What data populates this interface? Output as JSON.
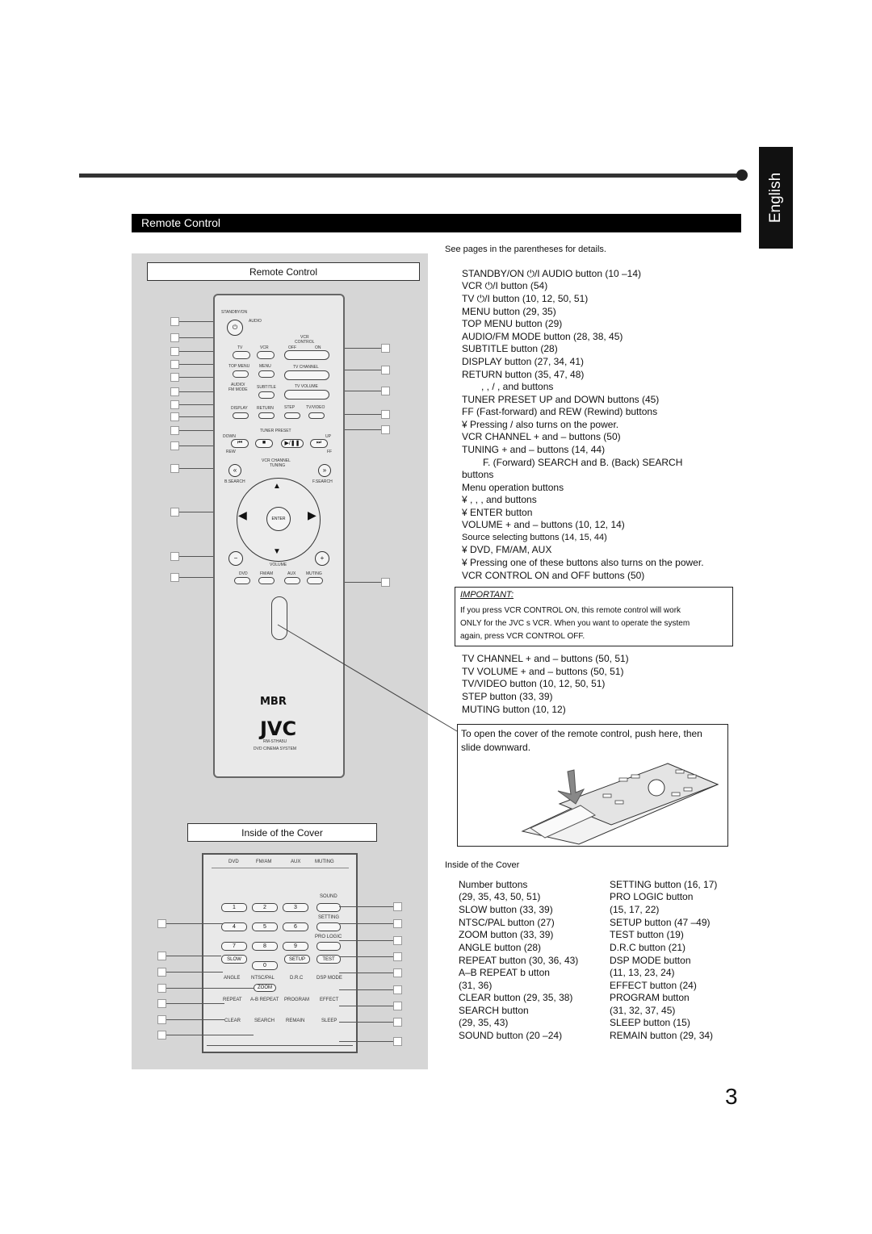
{
  "language_tab": "English",
  "section_header": "Remote Control",
  "left_panel": {
    "remote_box_title": "Remote Control",
    "inside_box_title": "Inside of the Cover"
  },
  "remote": {
    "standby_label": "STANDBY/ON",
    "audio_label": "AUDIO",
    "tv_label": "TV",
    "vcr_label": "VCR",
    "vcr_control_label": "VCR",
    "control_label": "CONTROL",
    "off_label": "OFF",
    "on_label": "ON",
    "top_menu": "TOP MENU",
    "menu": "MENU",
    "tv_channel": "TV CHANNEL",
    "audio_fm_mode_1": "AUDIO/",
    "audio_fm_mode_2": "FM MODE",
    "subtitle": "SUBTITLE",
    "tv_volume": "TV VOLUME",
    "display": "DISPLAY",
    "return": "RETURN",
    "step": "STEP",
    "tv_video": "TV/VIDEO",
    "tuner_preset": "TUNER PRESET",
    "down": "DOWN",
    "up": "UP",
    "rew": "REW",
    "ff": "FF",
    "vcr_channel": "VCR CHANNEL",
    "tuning": "TUNING",
    "b_search": "B.SEARCH",
    "f_search": "F.SEARCH",
    "enter": "ENTER",
    "volume": "VOLUME",
    "dvd": "DVD",
    "fm_am": "FM/AM",
    "aux": "AUX",
    "muting": "MUTING",
    "logo_mbr": "MBR",
    "logo_jvc": "JVC",
    "model": "RM-STHA5U",
    "system": "DVD CINEMA SYSTEM"
  },
  "inside_cover": {
    "top_row": [
      "DVD",
      "FM/AM",
      "AUX",
      "MUTING"
    ],
    "sound": "SOUND",
    "setting": "SETTING",
    "pro_logic": "PRO LOGIC",
    "numbers": [
      "1",
      "2",
      "3",
      "4",
      "5",
      "6",
      "7",
      "8",
      "9",
      "0"
    ],
    "slow": "SLOW",
    "setup": "SETUP",
    "test": "TEST",
    "angle": "ANGLE",
    "ntsc_pal": "NTSC/PAL",
    "drc": "D.R.C",
    "dsp_mode": "DSP MODE",
    "zoom": "ZOOM",
    "repeat": "REPEAT",
    "ab_repeat": "A-B REPEAT",
    "program": "PROGRAM",
    "effect": "EFFECT",
    "clear": "CLEAR",
    "search": "SEARCH",
    "remain": "REMAIN",
    "sleep": "SLEEP"
  },
  "right": {
    "see_pages": "See pages in the parentheses for details.",
    "items": [
      "STANDBY/ON ⏻/I AUDIO button (10 –14)",
      "VCR ⏻/I button (54)",
      "TV ⏻/I button (10, 12, 50, 51)",
      "MENU button (29, 35)",
      "TOP MENU button (29)",
      "AUDIO/FM MODE button (28, 38, 45)",
      "SUBTITLE button (28)",
      "DISPLAY button (27, 34, 41)",
      "RETURN button (35, 47, 48)",
      ",   ,   /  , and        buttons",
      "TUNER PRESET UP and DOWN buttons (45)",
      "FF (Fast-forward) and REW (Rewind) buttons",
      "¥ Pressing  /   also turns on the power.",
      "VCR CHANNEL + and – buttons (50)",
      "TUNING + and – buttons (14, 44)",
      "F. (Forward) SEARCH and      B. (Back) SEARCH",
      "buttons",
      "Menu operation buttons",
      "¥   ,   ,   , and     buttons",
      "¥ ENTER button",
      "VOLUME + and – buttons (10, 12, 14)",
      "Source selecting buttons (14, 15, 44)",
      "¥ DVD, FM/AM, AUX",
      "¥ Pressing one of these buttons also turns on the power.",
      "VCR CONTROL ON and OFF buttons (50)"
    ],
    "important_title": "IMPORTANT:",
    "important_lines": [
      "If you press VCR CONTROL ON, this remote control will work",
      "ONLY for the JVC s VCR. When you want to operate the system",
      "again, press VCR CONTROL OFF."
    ],
    "items2": [
      "TV CHANNEL + and – buttons (50, 51)",
      "TV VOLUME + and – buttons  (50, 51)",
      "TV/VIDEO button (10, 12, 50, 51)",
      "STEP button (33, 39)",
      "MUTING button (10, 12)"
    ],
    "tip_lines": [
      "To open the cover of the remote control, push here, then",
      "slide downward."
    ],
    "inside_title": "Inside of the Cover",
    "col1": [
      "Number buttons",
      "(29, 35, 43, 50, 51)",
      "SLOW button (33, 39)",
      "NTSC/PAL button (27)",
      "ZOOM button (33, 39)",
      "ANGLE button (28)",
      "REPEAT button (30, 36, 43)",
      "A–B REPEAT b  utton",
      "(31, 36)",
      "CLEAR button (29, 35, 38)",
      "SEARCH button",
      "(29, 35, 43)",
      "SOUND button (20 –24)"
    ],
    "col2": [
      "SETTING button (16, 17)",
      "PRO LOGIC button",
      "(15, 17, 22)",
      "SETUP button (47 –49)",
      "TEST button (19)",
      "D.R.C button (21)",
      "DSP MODE button",
      "(11, 13, 23, 24)",
      "EFFECT button (24)",
      "PROGRAM button",
      "(31, 32, 37, 45)",
      "SLEEP button (15)",
      "REMAIN button (29, 34)"
    ]
  },
  "page_number": "3"
}
